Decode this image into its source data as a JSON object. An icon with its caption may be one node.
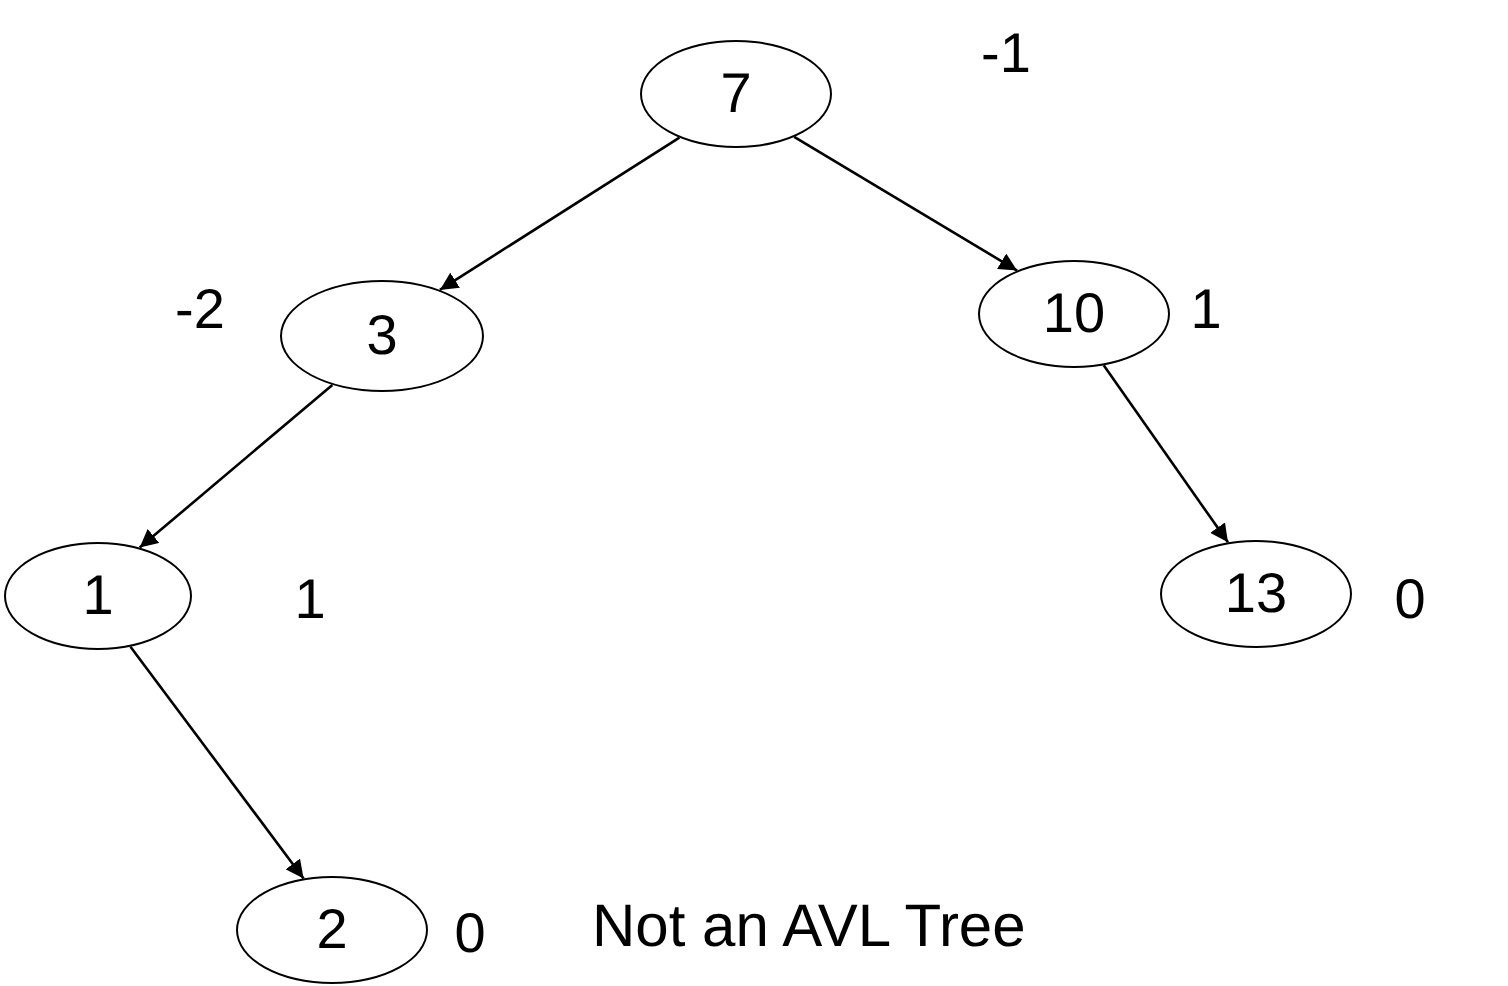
{
  "diagram": {
    "nodes": [
      {
        "text": [
          "7"
        ],
        "beside": [
          "-1"
        ]
      },
      {
        "text": [
          "3"
        ],
        "beside": [
          "-2"
        ]
      },
      {
        "text": [
          "10"
        ],
        "beside": [
          "1"
        ]
      },
      {
        "text": [
          "1"
        ],
        "beside": [
          "1"
        ]
      },
      {
        "text": [
          "13"
        ],
        "beside": [
          "0"
        ]
      },
      {
        "text": [
          "2"
        ],
        "beside": [
          "0"
        ]
      }
    ],
    "edges": [
      {
        "from": 0,
        "to": 1,
        "arrow": "to"
      },
      {
        "from": 0,
        "to": 2,
        "arrow": "to"
      },
      {
        "from": 1,
        "to": 3,
        "arrow": "to"
      },
      {
        "from": 2,
        "to": 4,
        "arrow": "to"
      },
      {
        "from": 3,
        "to": 5,
        "arrow": "to"
      }
    ],
    "labels": [
      "Not an AVL Tree"
    ]
  }
}
